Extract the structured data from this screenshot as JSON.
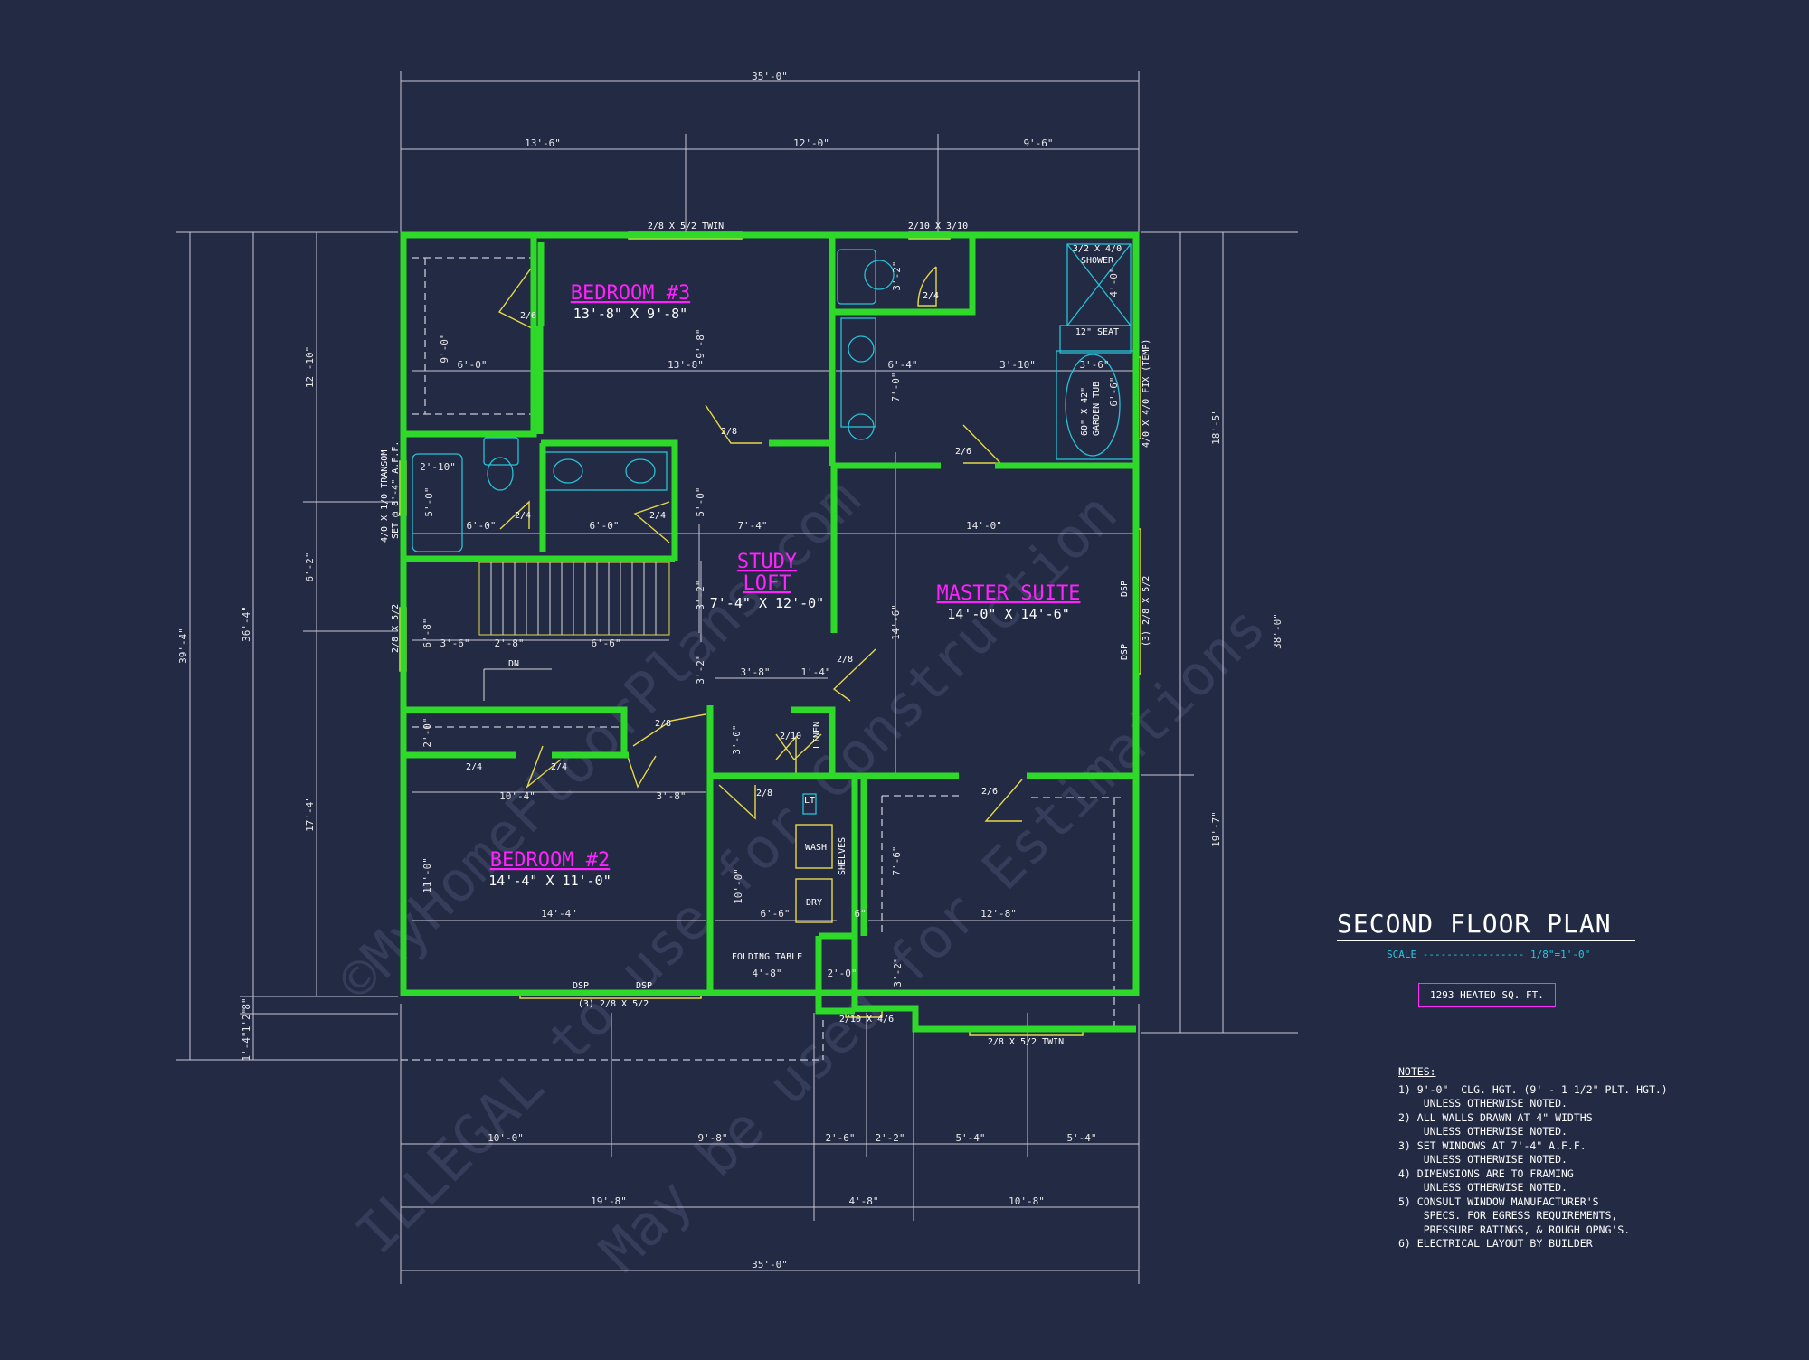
{
  "plan": {
    "title": "SECOND FLOOR PLAN",
    "scale_label": "SCALE",
    "scale_value": "1/8\"=1'-0\"",
    "heated_sqft": "1293 HEATED SQ. FT."
  },
  "watermark": {
    "line1": "©MyHomeFloorPlans.com",
    "line2": "ILLEGAL to use for Construction",
    "line3": "May be used for Estimations"
  },
  "rooms": {
    "bedroom3": {
      "name": "BEDROOM #3",
      "size": "13'-8\" X 9'-8\""
    },
    "study": {
      "name1": "STUDY",
      "name2": "LOFT",
      "size": "7'-4\" X 12'-0\""
    },
    "master": {
      "name": "MASTER SUITE",
      "size": "14'-0\" X 14'-6\""
    },
    "bedroom2": {
      "name": "BEDROOM #2",
      "size": "14'-4\" X 11'-0\""
    }
  },
  "dims": {
    "top_overall": "35'-0\"",
    "top_a": "13'-6\"",
    "top_b": "12'-0\"",
    "top_c": "9'-6\"",
    "bot_a": "10'-0\"",
    "bot_b": "9'-8\"",
    "bot_c": "2'-6\"",
    "bot_d": "2'-2\"",
    "bot_e": "5'-4\"",
    "bot_f": "5'-4\"",
    "bot_g": "19'-8\"",
    "bot_h": "4'-8\"",
    "bot_i": "10'-8\"",
    "bot_overall": "35'-0\"",
    "left_overall": "39'-4\"",
    "left_b": "36'-4\"",
    "left_c": "12'-10\"",
    "left_d": "6'-2\"",
    "left_e": "17'-4\"",
    "left_f": "1'-4\"",
    "left_g": "1'2\"",
    "left_h": "8\"",
    "right_overall": "38'-0\"",
    "right_a": "18'-5\"",
    "right_b": "19'-7\""
  },
  "labels": {
    "win_top1": "2/8 X 5/2 TWIN",
    "win_top2": "2/10 X 3/10",
    "win_right": "4/0 X 4/0 FIX (TEMP)",
    "win_right2": "(3) 2/8 X 5/2",
    "win_left": "4/0 X 1/0 TRANSOM",
    "win_left2": "SET @ 8'-4\" A.F.F.",
    "win_left3": "2/8 X 5/2",
    "win_bot1": "(3) 2/8 X 5/2",
    "win_bot2": "2/10 X 4/6",
    "win_bot3": "2/8 X 5/2 TWIN",
    "dsp": "DSP",
    "shower": "3/2 X 4/0",
    "shower2": "SHOWER",
    "seat": "12\" SEAT",
    "tub": "60\" X 42\"",
    "tub2": "GARDEN TUB",
    "wash": "WASH",
    "dry": "DRY",
    "shelves": "SHELVES",
    "folding": "FOLDING TABLE",
    "linen": "LINEN",
    "lt": "LT",
    "dn": "DN",
    "d26": "2/6",
    "d28": "2/8",
    "d24": "2/4",
    "d210": "2/10",
    "i_600": "6'-0\"",
    "i_90": "9'-0\"",
    "i_1368": "13'-8\"",
    "i_98": "9'-8\"",
    "i_32": "3'-2\"",
    "i_64": "6'-4\"",
    "i_70": "7'-0\"",
    "i_310": "3'-10\"",
    "i_40": "4'-0\"",
    "i_36": "3'-6\"",
    "i_66": "6'-6\"",
    "i_210": "2'-10\"",
    "i_50": "5'-0\"",
    "i_60b": "6'-0\"",
    "i_60c": "6'-0\"",
    "i_74": "7'-4\"",
    "i_140": "14'-0\"",
    "i_50b": "5'-0\"",
    "i_68": "6'-8\"",
    "i_36b": "3'-6\"",
    "i_28": "2'-8\"",
    "i_66b": "6'-6\"",
    "i_312": "3'-2\"",
    "i_146": "14'-6\"",
    "i_38": "3'-8\"",
    "i_14": "1'-4\"",
    "i_32c": "3'-2\"",
    "i_20": "2'-0\"",
    "i_30": "3'-0\"",
    "i_104": "10'-4\"",
    "i_38b": "3'-8\"",
    "i_110": "11'-0\"",
    "i_144": "14'-4\"",
    "i_100": "10'-0\"",
    "i_66c": "6'-6\"",
    "i_76": "7'-6\"",
    "i_128": "12'-8\"",
    "i_6": "6\"",
    "i_20b": "2'-0\"",
    "i_48": "4'-8\"",
    "i_32d": "3'-2\""
  },
  "notes": {
    "heading": "NOTES:",
    "items": [
      "1) 9'-0\"  CLG. HGT. (9' - 1 1/2\" PLT. HGT.)",
      "    UNLESS OTHERWISE NOTED.",
      "2) ALL WALLS DRAWN AT 4\" WIDTHS",
      "    UNLESS OTHERWISE NOTED.",
      "3) SET WINDOWS AT 7'-4\" A.F.F.",
      "    UNLESS OTHERWISE NOTED.",
      "4) DIMENSIONS ARE TO FRAMING",
      "    UNLESS OTHERWISE NOTED.",
      "5) CONSULT WINDOW MANUFACTURER'S",
      "    SPECS. FOR EGRESS REQUIREMENTS,",
      "    PRESSURE RATINGS, & ROUGH OPNG'S.",
      "6) ELECTRICAL LAYOUT BY BUILDER"
    ]
  },
  "colors": {
    "background": "#232a44",
    "walls": "#2fd92a",
    "room_names": "#ff22ff",
    "doors": "#e6d84a",
    "fixtures": "#27c2d6"
  }
}
